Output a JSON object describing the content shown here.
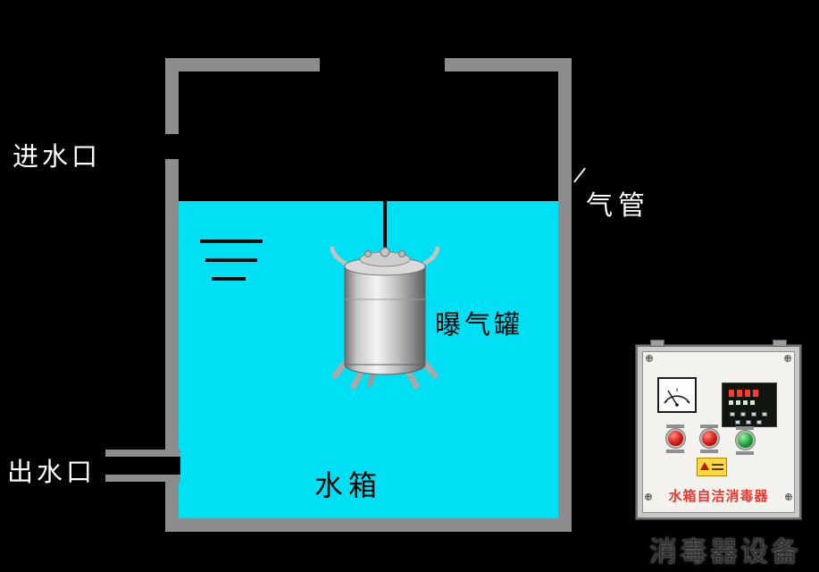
{
  "colors": {
    "background": "#000000",
    "water": "#00e0f4",
    "tank_wall": "#8c8c8c",
    "brand_text": "#f0372f",
    "button_red": "#d61a12",
    "button_green": "#18a036",
    "warning_sticker": "#ffd83d"
  },
  "diagram": {
    "inlet_label": "进水口",
    "outlet_label": "出水口",
    "air_pipe_label": "气管",
    "aeration_vessel_label": "曝气罐",
    "tank_label": "水箱",
    "caption": "消毒器设备"
  },
  "control_cabinet": {
    "brand_text": "水箱自洁消毒器"
  },
  "icons": {
    "warning": "warning-triangle-icon",
    "screw": "screw-icon",
    "meter": "analog-gauge-icon"
  }
}
